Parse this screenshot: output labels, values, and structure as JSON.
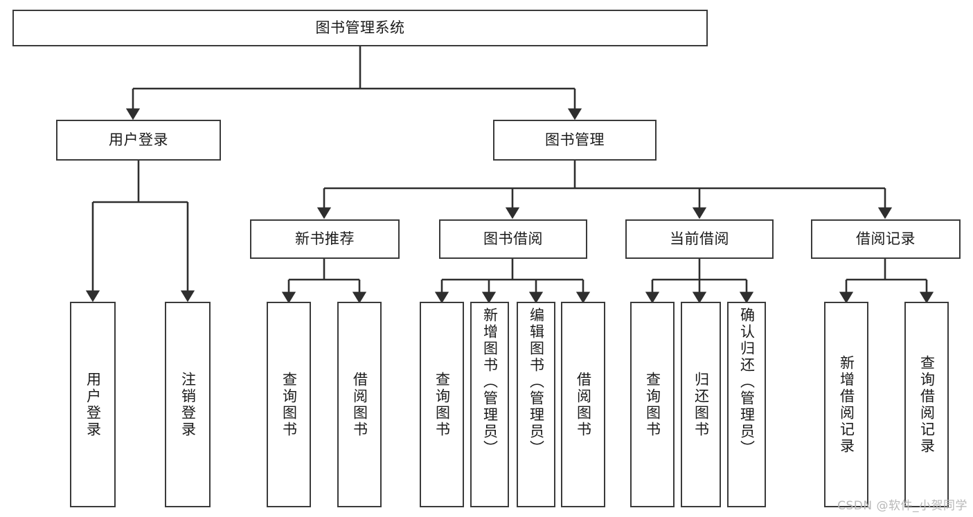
{
  "diagram": {
    "title": "图书管理系统",
    "watermark": "CSDN @软件_小贺同学",
    "colors": {
      "box_border": "#3a3a3a",
      "box_fill": "#ffffff",
      "connector": "#2e2e2e",
      "text": "#1a1a1a",
      "watermark": "#b8b8b8",
      "background": "#ffffff"
    },
    "root": {
      "label": "图书管理系统"
    },
    "level2": [
      {
        "label": "用户登录"
      },
      {
        "label": "图书管理"
      }
    ],
    "level3": [
      {
        "label": "新书推荐"
      },
      {
        "label": "图书借阅"
      },
      {
        "label": "当前借阅"
      },
      {
        "label": "借阅记录"
      }
    ],
    "leaves": {
      "user_login": [
        {
          "label": "用户登录"
        },
        {
          "label": "注销登录"
        }
      ],
      "new_book_recommend": [
        {
          "label": "查询图书"
        },
        {
          "label": "借阅图书"
        }
      ],
      "book_borrow": [
        {
          "label": "查询图书"
        },
        {
          "label": "新增图书（管理员）"
        },
        {
          "label": "编辑图书（管理员）"
        },
        {
          "label": "借阅图书"
        }
      ],
      "current_borrow": [
        {
          "label": "查询图书"
        },
        {
          "label": "归还图书"
        },
        {
          "label": "确认归还（管理员）"
        }
      ],
      "borrow_record": [
        {
          "label": "新增借阅记录"
        },
        {
          "label": "查询借阅记录"
        }
      ]
    }
  }
}
